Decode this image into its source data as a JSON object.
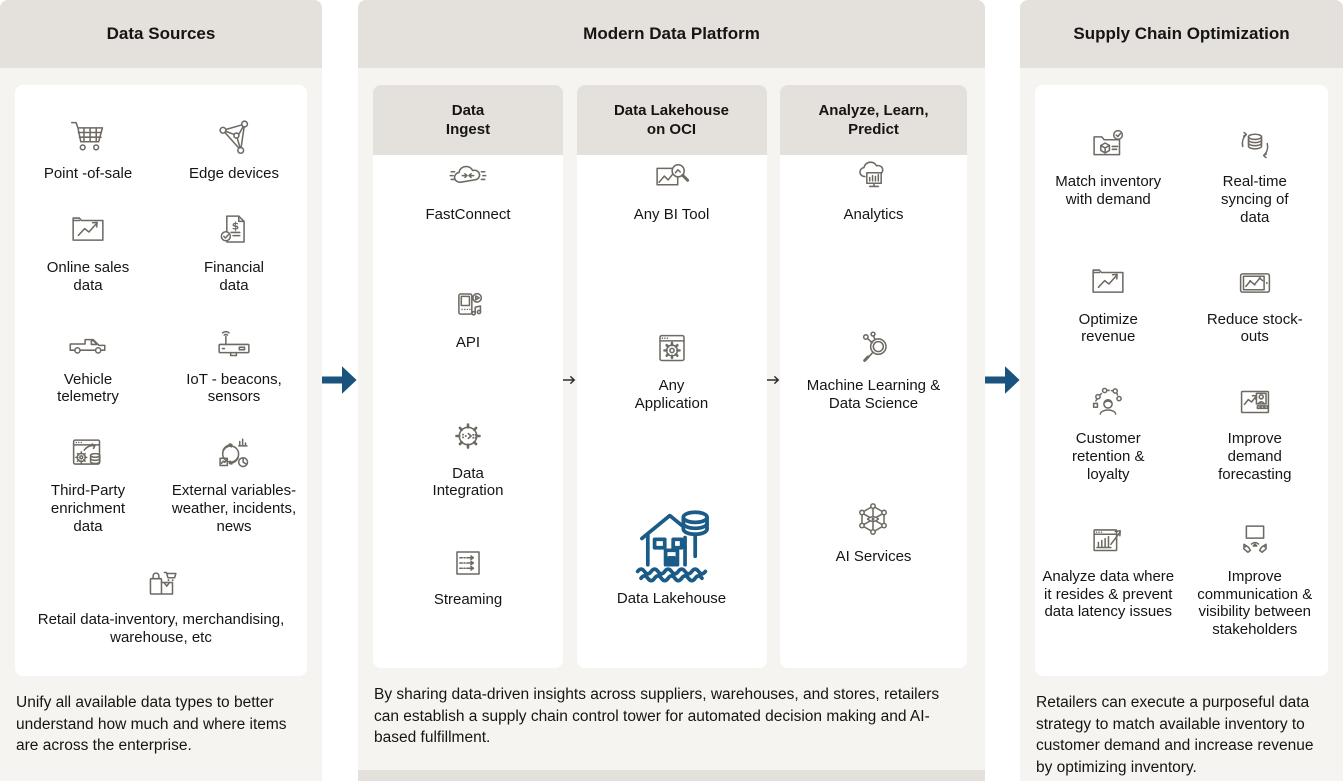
{
  "colors": {
    "accent_blue": "#1a537e",
    "lakehouse_blue": "#1a5b87",
    "panel_bg": "#f5f4f1",
    "header_bg": "#e4e1dc",
    "text": "#161513",
    "icon_gray": "#6e6a63"
  },
  "sources": {
    "title": "Data Sources",
    "items": [
      {
        "label": "Point -of-sale",
        "icon": "shopping-cart-icon"
      },
      {
        "label": "Edge devices",
        "icon": "edge-network-icon"
      },
      {
        "label": "Online sales data",
        "icon": "folder-chart-icon"
      },
      {
        "label": "Financial data",
        "icon": "financial-document-icon"
      },
      {
        "label": "Vehicle telemetry",
        "icon": "delivery-van-icon"
      },
      {
        "label": "IoT - beacons, sensors",
        "icon": "iot-router-icon"
      },
      {
        "label": "Third-Party enrichment data",
        "icon": "browser-gear-database-icon"
      },
      {
        "label": "External variables- weather, incidents, news",
        "icon": "globe-charts-icon"
      },
      {
        "label": "Retail data-inventory, merchandising, warehouse, etc",
        "icon": "shopping-bags-icon"
      }
    ],
    "description": "Unify all available data types to better understand how much and where items are across the enterprise."
  },
  "platform": {
    "title": "Modern Data Platform",
    "columns": [
      {
        "title": "Data Ingest",
        "items": [
          {
            "label": "FastConnect",
            "icon": "cloud-exchange-icon"
          },
          {
            "label": "API",
            "icon": "device-media-icon"
          },
          {
            "label": "Data Integration",
            "icon": "gear-data-icon"
          },
          {
            "label": "Streaming",
            "icon": "stream-arrows-icon"
          }
        ]
      },
      {
        "title": "Data Lakehouse on OCI",
        "items": [
          {
            "label": "Any BI Tool",
            "icon": "image-magnifier-icon"
          },
          {
            "label": "Any Application",
            "icon": "window-gear-icon"
          },
          {
            "label": "Data Lakehouse",
            "icon": "lakehouse-icon"
          }
        ]
      },
      {
        "title": "Analyze, Learn, Predict",
        "items": [
          {
            "label": "Analytics",
            "icon": "cloud-monitor-icon"
          },
          {
            "label": "Machine Learning & Data Science",
            "icon": "magnifier-nodes-icon"
          },
          {
            "label": "AI Services",
            "icon": "hex-network-icon"
          }
        ]
      }
    ],
    "description": "By sharing data-driven insights across suppliers, warehouses, and stores, retailers can establish a supply chain control tower for automated decision making and AI-based fulfillment."
  },
  "optimization": {
    "title": "Supply Chain Optimization",
    "items": [
      {
        "label": "Match inventory with demand",
        "icon": "folder-package-check-icon"
      },
      {
        "label": "Real-time syncing of data",
        "icon": "database-sync-icon"
      },
      {
        "label": "Optimize revenue",
        "icon": "folder-chart-icon"
      },
      {
        "label": "Reduce stock-outs",
        "icon": "tablet-trend-icon"
      },
      {
        "label": "Customer retention & loyalty",
        "icon": "customer-network-icon"
      },
      {
        "label": "Improve demand forecasting",
        "icon": "forecast-window-icon"
      },
      {
        "label": "Analyze data where it resides & prevent data latency issues",
        "icon": "bar-chart-growth-icon"
      },
      {
        "label": "Improve communication & visibility between stakeholders",
        "icon": "screen-hands-icon"
      }
    ],
    "description": "Retailers can execute a purposeful data strategy to match available inventory to customer demand and increase revenue by optimizing inventory."
  }
}
